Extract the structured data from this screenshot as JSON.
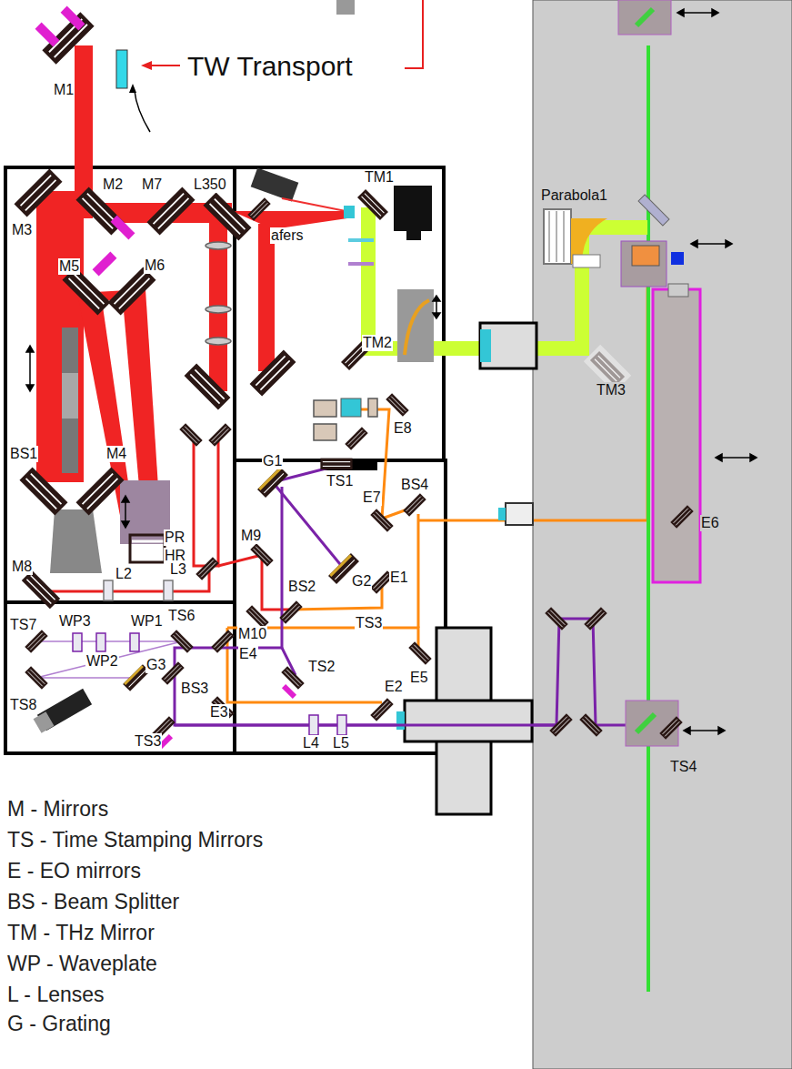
{
  "diagram": {
    "labels": [
      "TW Transport",
      "M1",
      "M2",
      "M7",
      "L350",
      "M3",
      "M5",
      "M6",
      "afers",
      "TM1",
      "BS1",
      "M4",
      "PR",
      "HR",
      "M8",
      "L2",
      "L3",
      "G1",
      "TS1",
      "E7",
      "BS4",
      "M9",
      "G2",
      "E1",
      "BS2",
      "TS3",
      "M10",
      "E4",
      "TS2",
      "E5",
      "BS3",
      "E3",
      "E2",
      "L4",
      "L5",
      "TS7",
      "WP3",
      "WP1",
      "TS6",
      "WP2",
      "G3",
      "TS8",
      "TS3",
      "TM2",
      "E8",
      "TM3",
      "Parabola1",
      "E6",
      "TS4"
    ],
    "legend": [
      {
        "text": "M - Mirrors"
      },
      {
        "text": "TS - Time Stamping Mirrors"
      },
      {
        "text": "E - EO mirrors"
      },
      {
        "text": "BS - Beam Splitter"
      },
      {
        "text": "TM - THz Mirror"
      },
      {
        "text": "WP - Waveplate"
      },
      {
        "text": "L - Lenses"
      },
      {
        "text": "G - Grating"
      }
    ]
  }
}
